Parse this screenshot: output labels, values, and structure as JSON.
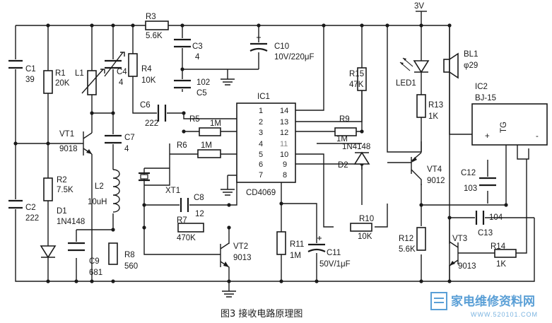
{
  "supply": "3V",
  "components": {
    "C1": {
      "ref": "C1",
      "value": "39"
    },
    "C2": {
      "ref": "C2",
      "value": "222"
    },
    "R1": {
      "ref": "R1",
      "value": "20K"
    },
    "L1": {
      "ref": "L1"
    },
    "C4": {
      "ref": "C4",
      "value": "4"
    },
    "R2": {
      "ref": "R2",
      "value": "7.5K"
    },
    "D1": {
      "ref": "D1",
      "value": "1N4148"
    },
    "VT1": {
      "ref": "VT1",
      "value": "9018"
    },
    "C7": {
      "ref": "C7",
      "value": "4"
    },
    "L2": {
      "ref": "L2",
      "value": "10uH"
    },
    "C9": {
      "ref": "C9",
      "value": "681"
    },
    "R8": {
      "ref": "R8",
      "value": "560"
    },
    "R3": {
      "ref": "R3",
      "value": "5.6K"
    },
    "R4": {
      "ref": "R4",
      "value": "10K"
    },
    "C3": {
      "ref": "C3",
      "value": "4"
    },
    "C5": {
      "ref": "C5",
      "value": "102"
    },
    "C10": {
      "ref": "C10",
      "value": "10V/220μF"
    },
    "C6": {
      "ref": "C6",
      "value": "222"
    },
    "R5": {
      "ref": "R5",
      "value": "1M"
    },
    "R6": {
      "ref": "R6",
      "value": "1M"
    },
    "XT1": {
      "ref": "XT1"
    },
    "C8": {
      "ref": "C8",
      "value": "12"
    },
    "R7": {
      "ref": "R7",
      "value": "470K"
    },
    "VT2": {
      "ref": "VT2",
      "value": "9013"
    },
    "IC1": {
      "ref": "IC1",
      "value": "CD4069"
    },
    "R9": {
      "ref": "R9",
      "value": "1M"
    },
    "D2": {
      "ref": "D2",
      "value": "1N4148"
    },
    "R10": {
      "ref": "R10",
      "value": "10K"
    },
    "R11": {
      "ref": "R11",
      "value": "1M"
    },
    "C11": {
      "ref": "C11",
      "value": "50V/1μF"
    },
    "R15": {
      "ref": "R15",
      "value": "47K"
    },
    "LED1": {
      "ref": "LED1"
    },
    "R13": {
      "ref": "R13",
      "value": "1K"
    },
    "BL1": {
      "ref": "BL1",
      "value": "φ29"
    },
    "IC2": {
      "ref": "IC2",
      "value": "BJ-15"
    },
    "C12": {
      "ref": "C12",
      "value": "103"
    },
    "VT4": {
      "ref": "VT4",
      "value": "9012"
    },
    "R12": {
      "ref": "R12",
      "value": "5.6K"
    },
    "C13": {
      "ref": "C13",
      "value": "104"
    },
    "VT3": {
      "ref": "VT3",
      "value": "9013"
    },
    "R14": {
      "ref": "R14",
      "value": "1K"
    }
  },
  "ic1_pins": {
    "left": [
      "1",
      "2",
      "3",
      "4",
      "5",
      "6",
      "7"
    ],
    "right": [
      "14",
      "13",
      "12",
      "11",
      "10",
      "9",
      "8"
    ]
  },
  "ic2_pins": {
    "plus": "+",
    "tg": "TG",
    "minus": "-"
  },
  "caption": "图3  接收电路原理图",
  "watermark": {
    "text": "家电维修资料网",
    "url": "WWW.520101.COM"
  }
}
